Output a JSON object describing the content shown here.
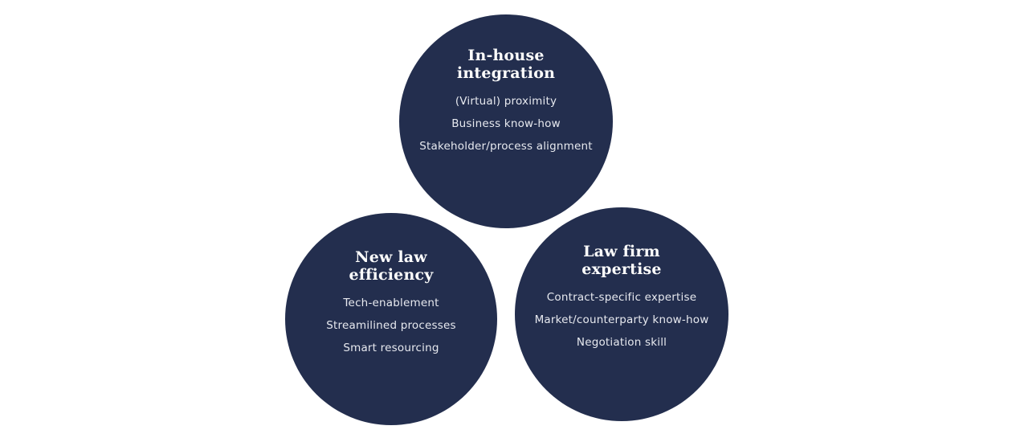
{
  "background_color": "#ffffff",
  "circle_color": "#232E4E",
  "title_color": "#FDFDFC",
  "item_color": "#E7E9EF",
  "circles": [
    {
      "id": "in-house-integration",
      "title": "In-house\nintegration",
      "items": [
        "(Virtual) proximity",
        "Business know-how",
        "Stakeholder/process alignment"
      ]
    },
    {
      "id": "new-law-efficiency",
      "title": "New law\nefficiency",
      "items": [
        "Tech-enablement",
        "Streamilined processes",
        "Smart resourcing"
      ]
    },
    {
      "id": "law-firm-expertise",
      "title": "Law firm\nexpertise",
      "items": [
        "Contract-specific expertise",
        "Market/counterparty know-how",
        "Negotiation skill"
      ]
    }
  ]
}
